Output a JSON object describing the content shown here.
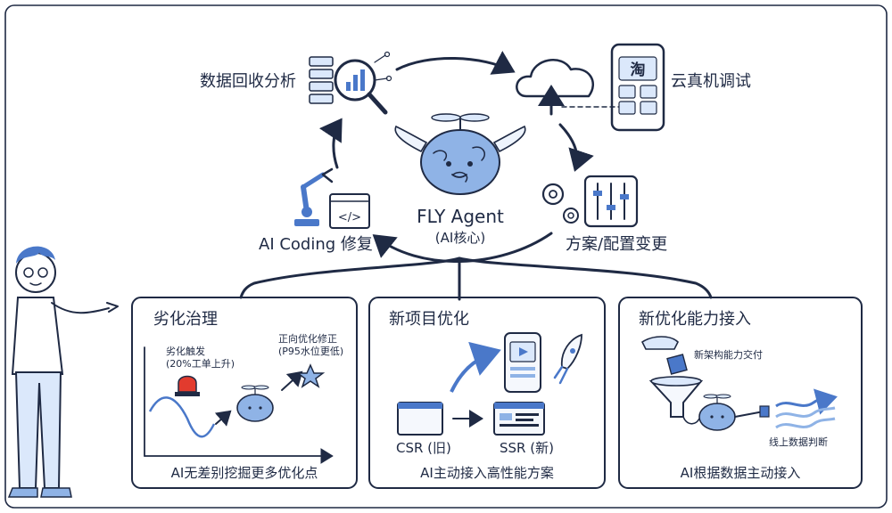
{
  "cycle": {
    "center_title": "FLY Agent",
    "center_subtitle": "(AI核心)",
    "steps": {
      "data_analysis": "数据回收分析",
      "cloud_debug": "云真机调试",
      "config_change": "方案/配置变更",
      "ai_fix": "AI Coding 修复"
    },
    "phone_badge": "淘"
  },
  "panels": [
    {
      "title": "劣化治理",
      "note1": "劣化触发\n(20%工单上升)",
      "note2": "正向优化修正\n(P95水位更低)",
      "footer": "AI无差别挖掘更多优化点"
    },
    {
      "title": "新项目优化",
      "label_old": "CSR (旧)",
      "label_new": "SSR (新)",
      "footer": "AI主动接入高性能方案"
    },
    {
      "title": "新优化能力接入",
      "note1": "新架构能力交付",
      "note2": "线上数据判断",
      "footer": "AI根据数据主动接入"
    }
  ],
  "colors": {
    "ink": "#1f2a44",
    "accent": "#4a78c9",
    "brain": "#8fb3e6",
    "alert": "#e23b2e"
  }
}
